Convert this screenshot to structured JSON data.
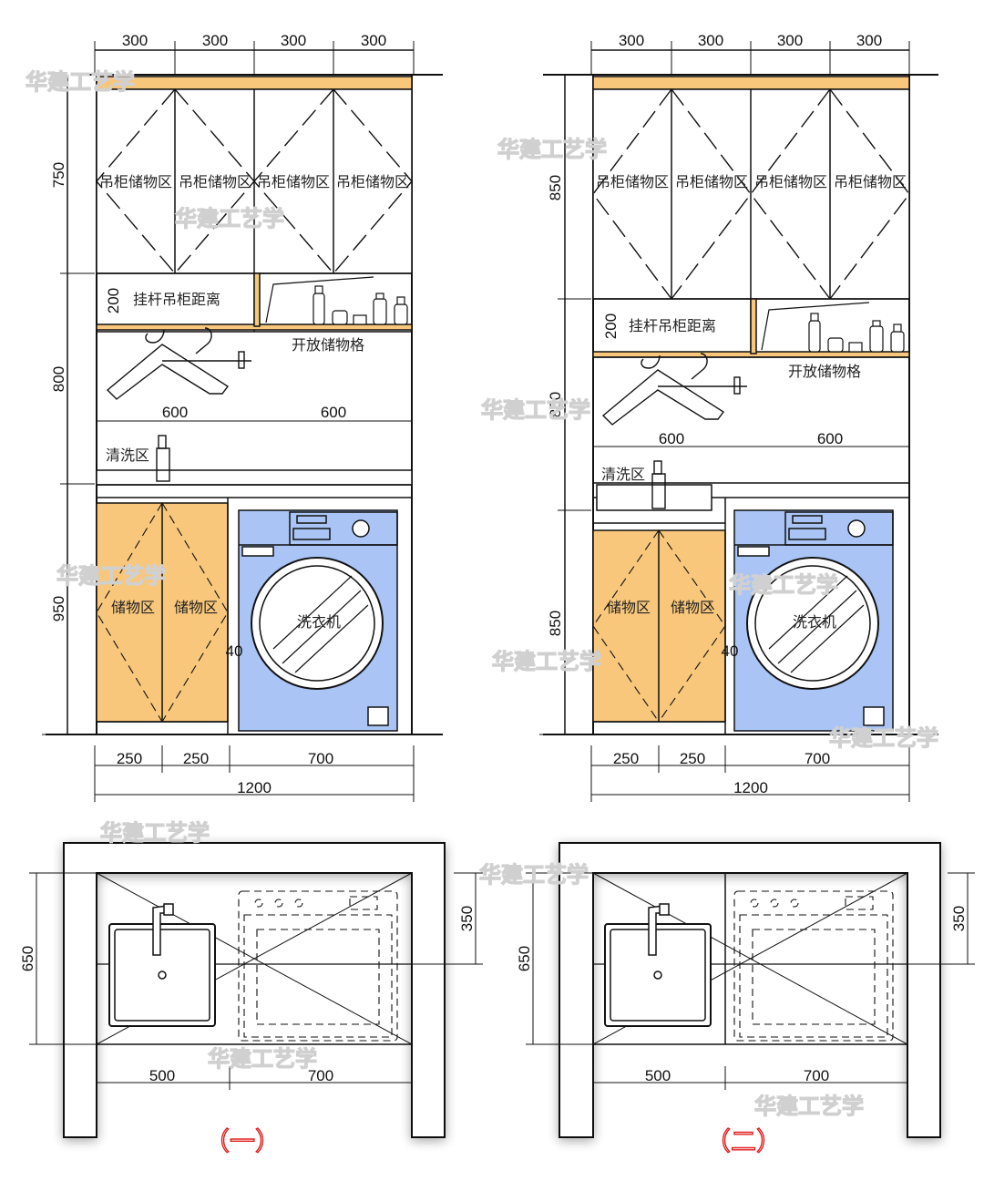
{
  "watermark": "华建工艺学",
  "colors": {
    "cabinet_orange": "#f8c77b",
    "washer_blue": "#a9c4f5",
    "line": "#111111",
    "caption_red": "#e02020"
  },
  "elevation_1": {
    "top_dims": [
      "300",
      "300",
      "300",
      "300"
    ],
    "left_dims": [
      "750",
      "800",
      "950"
    ],
    "upper_cabinet_labels": [
      "吊柜储物区",
      "吊柜储物区",
      "吊柜储物区",
      "吊柜储物区"
    ],
    "gap_dim": "200",
    "gap_label": "挂杆吊柜距离",
    "open_shelf_label": "开放储物格",
    "hang_dims": [
      "600",
      "600"
    ],
    "wash_label": "清洗区",
    "storage_labels": [
      "储物区",
      "储物区"
    ],
    "washer_label": "洗衣机",
    "gap_washer_dim": "40",
    "bottom_dims": [
      "250",
      "250",
      "700"
    ],
    "total_dim": "1200"
  },
  "elevation_2": {
    "top_dims": [
      "300",
      "300",
      "300",
      "300"
    ],
    "left_dims": [
      "850",
      "800",
      "850"
    ],
    "upper_cabinet_labels": [
      "吊柜储物区",
      "吊柜储物区",
      "吊柜储物区",
      "吊柜储物区"
    ],
    "gap_dim": "200",
    "gap_label": "挂杆吊柜距离",
    "open_shelf_label": "开放储物格",
    "hang_dims": [
      "600",
      "600"
    ],
    "wash_label": "清洗区",
    "storage_labels": [
      "储物区",
      "储物区"
    ],
    "washer_label": "洗衣机",
    "gap_washer_dim": "40",
    "bottom_dims": [
      "250",
      "250",
      "700"
    ],
    "total_dim": "1200"
  },
  "plan_1": {
    "depth_dim": "650",
    "washer_depth_dim": "350",
    "bottom_dims": [
      "500",
      "700"
    ],
    "caption": "（一）"
  },
  "plan_2": {
    "depth_dim": "650",
    "washer_depth_dim": "350",
    "bottom_dims": [
      "500",
      "700"
    ],
    "caption": "（二）"
  }
}
